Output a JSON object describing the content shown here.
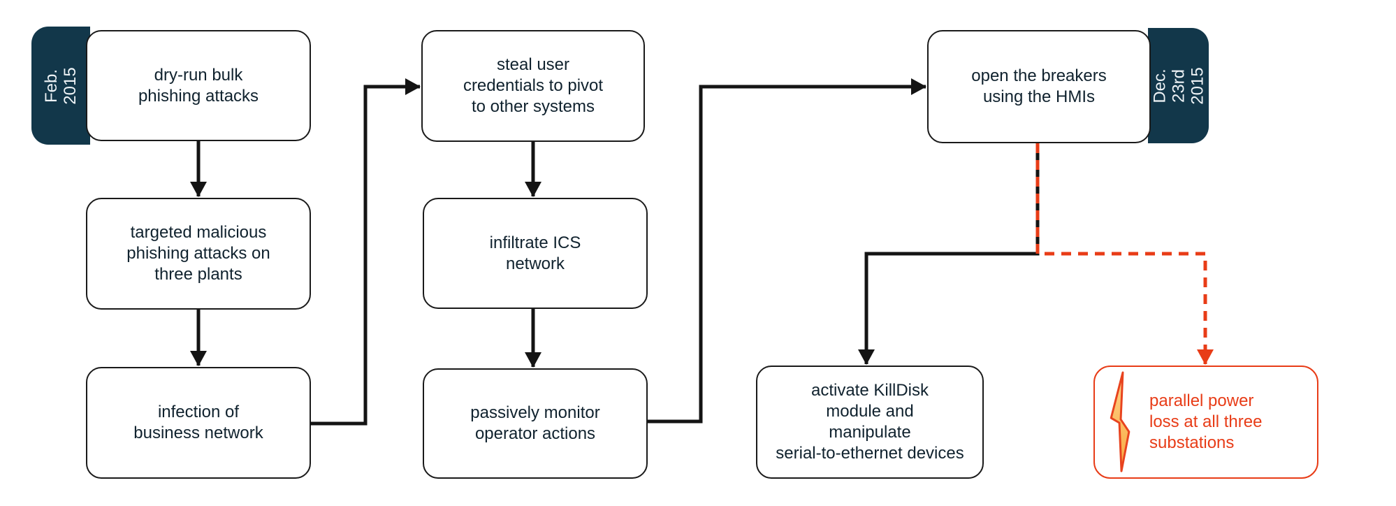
{
  "diagram": {
    "colors": {
      "dark_tab": "#12374a",
      "accent_red": "#e83c17",
      "box_border": "#1a1a1a",
      "node_text": "#10222e",
      "tab_text": "#eef3f6",
      "arrow_black": "#141414",
      "bolt_fill_top": "#fdd38c",
      "bolt_fill_bottom": "#f9a83e"
    },
    "nodes": {
      "dry_run": {
        "label": "dry-run bulk\nphishing attacks",
        "tag": "Feb. 2015"
      },
      "targeted": {
        "label": "targeted malicious\nphishing attacks on\nthree plants"
      },
      "infection": {
        "label": "infection of\nbusiness network"
      },
      "steal": {
        "label": "steal user\ncredentials to pivot\nto other systems"
      },
      "infiltrate": {
        "label": "infiltrate ICS\nnetwork"
      },
      "monitor": {
        "label": "passively monitor\noperator actions"
      },
      "breakers": {
        "label": "open the breakers\nusing the HMIs",
        "tag": "Dec. 23rd\n2015"
      },
      "killdisk": {
        "label": "activate KillDisk\nmodule and\nmanipulate\nserial-to-ethernet devices"
      },
      "powerloss": {
        "label": "parallel power\nloss at all three\nsubstations"
      }
    },
    "edges": [
      {
        "from": "dry_run",
        "to": "targeted",
        "style": "solid"
      },
      {
        "from": "targeted",
        "to": "infection",
        "style": "solid"
      },
      {
        "from": "infection",
        "to": "steal",
        "style": "solid"
      },
      {
        "from": "steal",
        "to": "infiltrate",
        "style": "solid"
      },
      {
        "from": "infiltrate",
        "to": "monitor",
        "style": "solid"
      },
      {
        "from": "monitor",
        "to": "breakers",
        "style": "solid"
      },
      {
        "from": "breakers",
        "to": "killdisk",
        "style": "solid"
      },
      {
        "from": "breakers",
        "to": "powerloss",
        "style": "dashed-red"
      }
    ]
  }
}
